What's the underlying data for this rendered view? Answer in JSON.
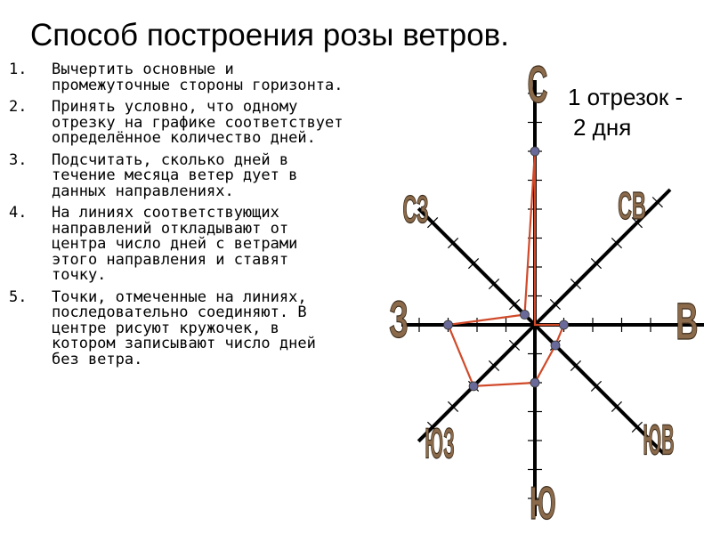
{
  "title": "Способ построения розы ветров.",
  "steps": [
    {
      "num": "1.",
      "text": "Вычертить основные и промежуточные стороны горизонта."
    },
    {
      "num": "2.",
      "text": "Принять условно, что одному отрезку на графике соответствует определённое количество дней."
    },
    {
      "num": "3.",
      "text": "Подсчитать, сколько дней в течение месяца ветер дует в данных направлениях."
    },
    {
      "num": "4.",
      "text": "На линиях соответствующих направлений откладывают от центра число дней с ветрами этого направления и ставят точку."
    },
    {
      "num": "5.",
      "text": "Точки, отмеченные на линиях, последовательно соединяют. В центре рисуют кружочек, в котором записывают число дней без ветра."
    }
  ],
  "note": {
    "line1": "1 отрезок -",
    "line2": "2 дня"
  },
  "rose": {
    "directions": [
      {
        "key": "n",
        "label": "С"
      },
      {
        "key": "ne",
        "label": "СВ"
      },
      {
        "key": "e",
        "label": "В"
      },
      {
        "key": "se",
        "label": "ЮВ"
      },
      {
        "key": "s",
        "label": "Ю"
      },
      {
        "key": "sw",
        "label": "ЮЗ"
      },
      {
        "key": "w",
        "label": "З"
      },
      {
        "key": "nw",
        "label": "СЗ"
      }
    ],
    "segments_marked": {
      "n": 6,
      "ne": 0,
      "e": 1,
      "se": 1,
      "s": 2,
      "sw": 3,
      "w": 3,
      "nw": 0.5
    },
    "colors": {
      "axes": "#000000",
      "polygon": "#d04a2a",
      "points": "#6a6a9a",
      "labels_fill": "#8a6a4a",
      "labels_stroke": "#3a2a1a"
    }
  }
}
